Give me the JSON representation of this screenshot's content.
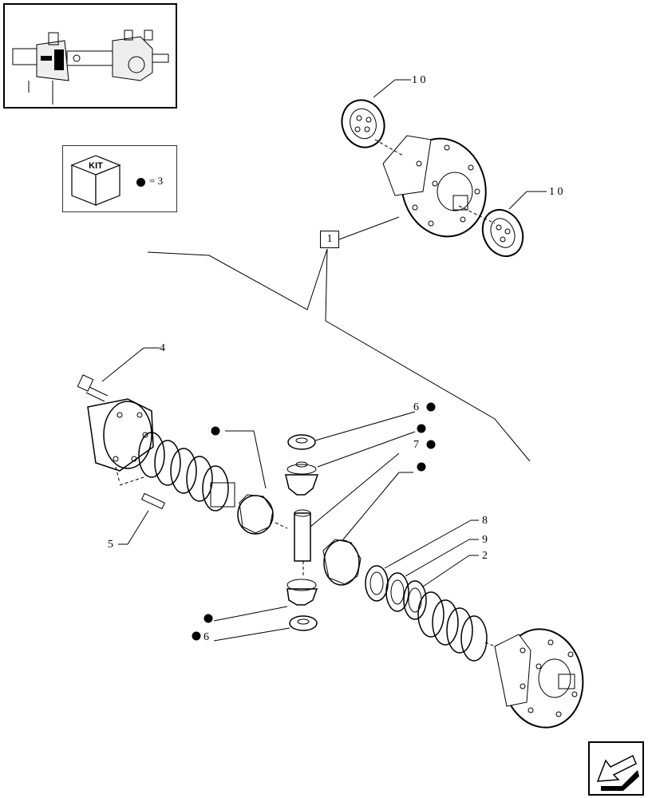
{
  "kit": {
    "label": "KIT",
    "equals_text": "= 3"
  },
  "reference_box": {
    "label": "1"
  },
  "callouts": {
    "c10_top": "1 0",
    "c10_right": "1 0",
    "c4": "4",
    "c5": "5",
    "c6_top": "6",
    "c7": "7",
    "c8": "8",
    "c9": "9",
    "c2": "2",
    "c6_bottom": "6"
  },
  "icons": [
    "axle-thumbnail-icon",
    "kit-cube-icon",
    "next-page-arrow-icon",
    "bullet-dot-icon"
  ]
}
